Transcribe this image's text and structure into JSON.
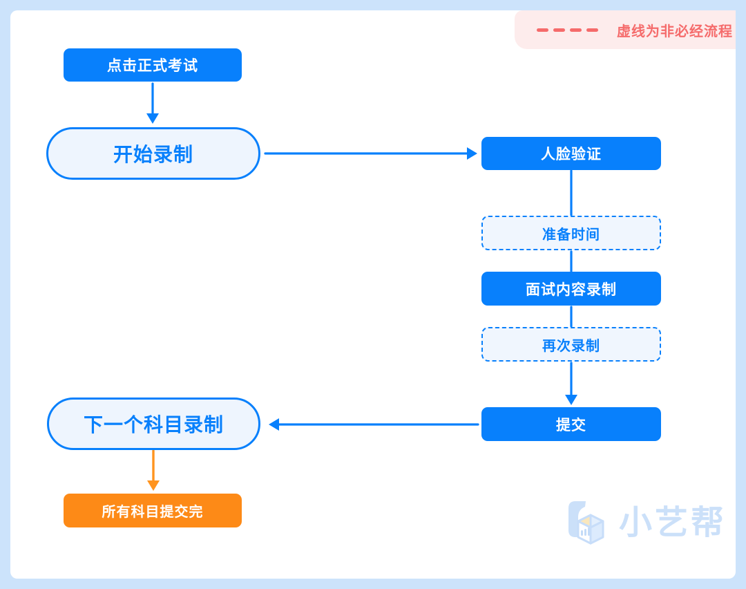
{
  "legend": {
    "label": "虚线为非必经流程"
  },
  "nodes": {
    "click_exam": {
      "label": "点击正式考试",
      "style": "solid-blue"
    },
    "start_record": {
      "label": "开始录制",
      "style": "pill-outline"
    },
    "face_verify": {
      "label": "人脸验证",
      "style": "solid-blue"
    },
    "prepare_time": {
      "label": "准备时间",
      "style": "dashed-optional"
    },
    "interview_record": {
      "label": "面试内容录制",
      "style": "solid-blue"
    },
    "record_again": {
      "label": "再次录制",
      "style": "dashed-optional"
    },
    "submit": {
      "label": "提交",
      "style": "solid-blue"
    },
    "next_subject": {
      "label": "下一个科目录制",
      "style": "pill-outline"
    },
    "all_submitted": {
      "label": "所有科目提交完",
      "style": "solid-orange"
    }
  },
  "edges": [
    {
      "from": "click_exam",
      "to": "start_record",
      "arrow": true,
      "color": "blue"
    },
    {
      "from": "start_record",
      "to": "face_verify",
      "arrow": true,
      "color": "blue"
    },
    {
      "from": "face_verify",
      "to": "prepare_time",
      "arrow": false,
      "color": "blue"
    },
    {
      "from": "prepare_time",
      "to": "interview_record",
      "arrow": false,
      "color": "blue"
    },
    {
      "from": "interview_record",
      "to": "record_again",
      "arrow": false,
      "color": "blue"
    },
    {
      "from": "record_again",
      "to": "submit",
      "arrow": true,
      "color": "blue"
    },
    {
      "from": "submit",
      "to": "next_subject",
      "arrow": true,
      "color": "blue"
    },
    {
      "from": "next_subject",
      "to": "all_submitted",
      "arrow": true,
      "color": "orange"
    }
  ],
  "watermark": {
    "brand": "小艺帮"
  },
  "colors": {
    "primary_blue": "#0880fc",
    "orange": "#fd8a17",
    "orange_arrow": "#ff941f",
    "legend_red": "#f56b6b",
    "legend_bg": "#fdecec",
    "watermark_blue": "#cbe0f9",
    "frame_blue": "#cce3fb",
    "node_fill": "#eef5fe",
    "dashed_fill": "#f0f6fe",
    "logo_yellow": "#f9e7bd"
  }
}
